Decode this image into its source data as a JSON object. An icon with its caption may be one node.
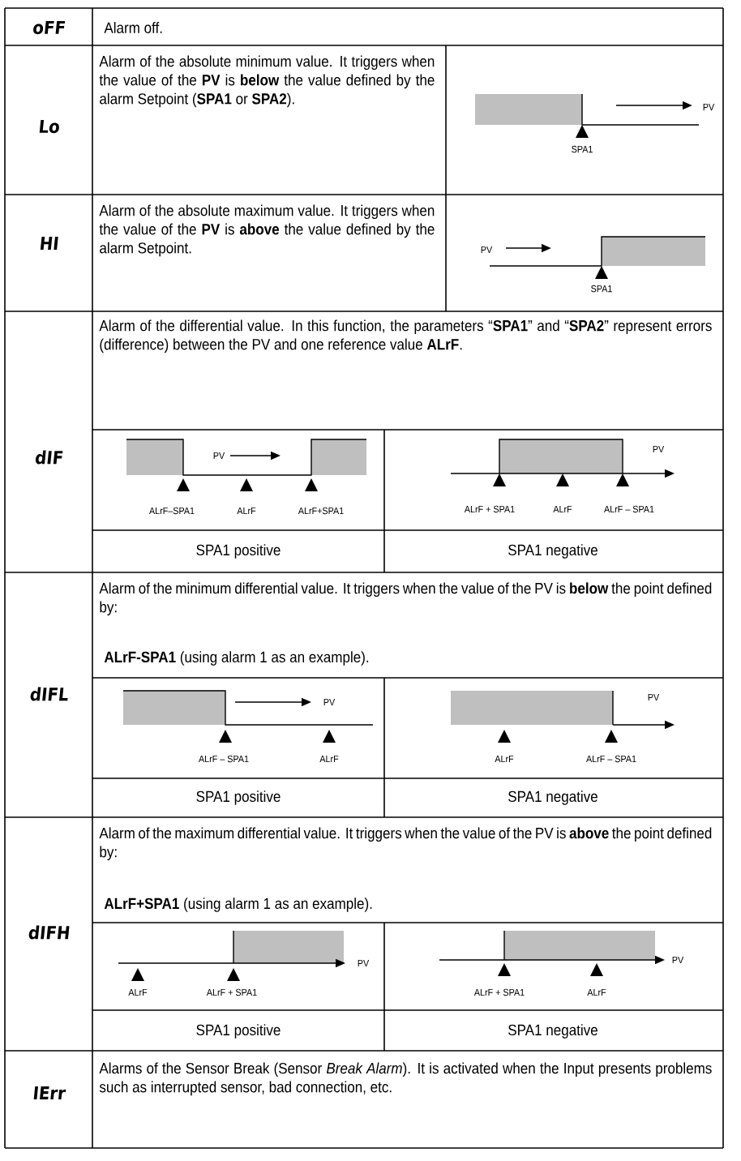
{
  "diagram": {
    "labels": [
      "oFF",
      "Alarm off.",
      "Lo",
      "Alarm of the absolute minimum value. It triggers when the value of the **PV** is **below** the value defined by the alarm Setpoint (**SPA1** or **SPA2**).",
      "PV",
      "SPA1",
      "HI",
      "Alarm of the absolute maximum value. It triggers when the value of the **PV** is **above** the value defined by the alarm Setpoint.",
      "PV",
      "SPA1",
      "dIF",
      "Alarm of the differential value. In this function, the parameters “**SPA1**” and “**SPA2**” represent errors (difference) between the PV and one reference value **ALrF**.",
      "PV",
      "ALrF–SPA1",
      "ALrF",
      "ALrF+SPA1",
      "PV",
      "ALrF + SPA1",
      "ALrF",
      "ALrF – SPA1",
      "SPA1 positive",
      "SPA1 negative",
      "dIFL",
      "Alarm of the minimum differential value. It triggers when the value of the PV is **below** the point defined by:",
      "**ALrF-SPA1** (using alarm 1 as an example).",
      "PV",
      "ALrF – SPA1",
      "ALrF",
      "PV",
      "ALrF",
      "ALrF – SPA1",
      "SPA1 positive",
      "SPA1 negative",
      "dIFH",
      "Alarm of the maximum differential value. It triggers when the value of the PV is **above** the point defined by:",
      "**ALrF+SPA1** (using alarm 1 as an example).",
      "PV",
      "ALrF",
      "ALrF + SPA1",
      "PV",
      "ALrF + SPA1",
      "ALrF",
      "SPA1 positive",
      "SPA1 negative",
      "IErr",
      "Alarms of the Sensor Break (Sensor *Break Alarm*). It is activated when the Input presents problems such as interrupted sensor, bad connection, etc."
    ]
  }
}
